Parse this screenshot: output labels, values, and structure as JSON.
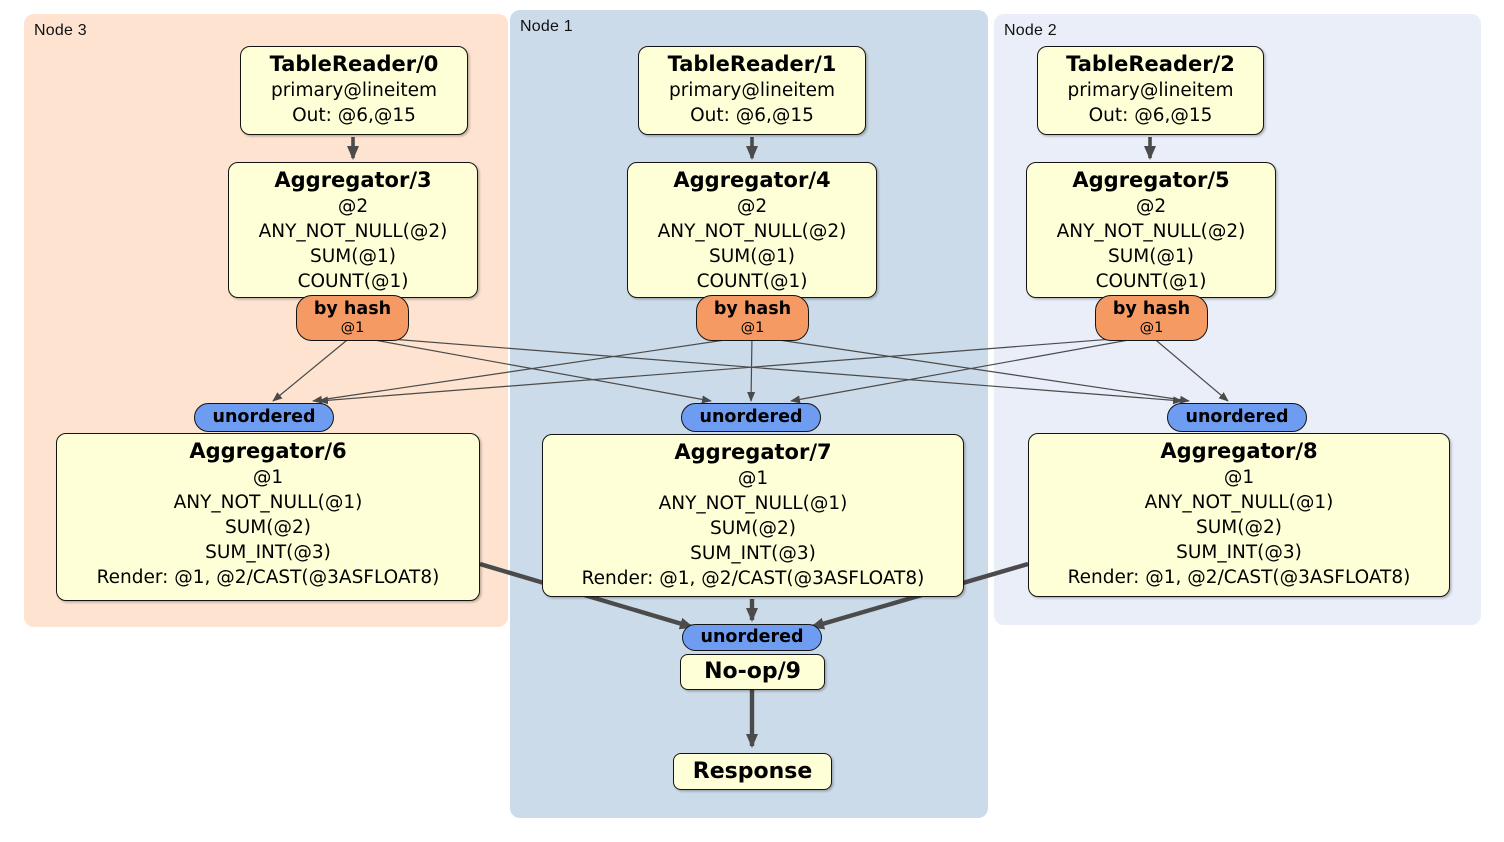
{
  "regions": [
    {
      "label": "Node 3"
    },
    {
      "label": "Node 1"
    },
    {
      "label": "Node 2"
    }
  ],
  "processors": {
    "tr0": {
      "title": "TableReader/0",
      "lines": [
        "primary@lineitem",
        "Out: @6,@15"
      ]
    },
    "tr1": {
      "title": "TableReader/1",
      "lines": [
        "primary@lineitem",
        "Out: @6,@15"
      ]
    },
    "tr2": {
      "title": "TableReader/2",
      "lines": [
        "primary@lineitem",
        "Out: @6,@15"
      ]
    },
    "agg3": {
      "title": "Aggregator/3",
      "lines": [
        "@2",
        "ANY_NOT_NULL(@2)",
        "SUM(@1)",
        "COUNT(@1)"
      ]
    },
    "agg4": {
      "title": "Aggregator/4",
      "lines": [
        "@2",
        "ANY_NOT_NULL(@2)",
        "SUM(@1)",
        "COUNT(@1)"
      ]
    },
    "agg5": {
      "title": "Aggregator/5",
      "lines": [
        "@2",
        "ANY_NOT_NULL(@2)",
        "SUM(@1)",
        "COUNT(@1)"
      ]
    },
    "agg6": {
      "title": "Aggregator/6",
      "lines": [
        "@1",
        "ANY_NOT_NULL(@1)",
        "SUM(@2)",
        "SUM_INT(@3)",
        "Render: @1, @2/CAST(@3ASFLOAT8)"
      ]
    },
    "agg7": {
      "title": "Aggregator/7",
      "lines": [
        "@1",
        "ANY_NOT_NULL(@1)",
        "SUM(@2)",
        "SUM_INT(@3)",
        "Render: @1, @2/CAST(@3ASFLOAT8)"
      ]
    },
    "agg8": {
      "title": "Aggregator/8",
      "lines": [
        "@1",
        "ANY_NOT_NULL(@1)",
        "SUM(@2)",
        "SUM_INT(@3)",
        "Render: @1, @2/CAST(@3ASFLOAT8)"
      ]
    },
    "noop": {
      "title": "No-op/9"
    },
    "response": {
      "title": "Response"
    }
  },
  "routers": [
    {
      "label": "by hash",
      "detail": "@1"
    },
    {
      "label": "by hash",
      "detail": "@1"
    },
    {
      "label": "by hash",
      "detail": "@1"
    }
  ],
  "syncs": [
    {
      "label": "unordered"
    },
    {
      "label": "unordered"
    },
    {
      "label": "unordered"
    },
    {
      "label": "unordered"
    }
  ],
  "colors": {
    "node3_bg": "#fde3d0",
    "node1_bg": "#ccdbe9",
    "node2_bg": "#e9eef8",
    "processor_bg": "#ffffd7",
    "router_bg": "#f59a63",
    "sync_bg": "#6d9cf1",
    "edge": "#4a4a4a"
  }
}
